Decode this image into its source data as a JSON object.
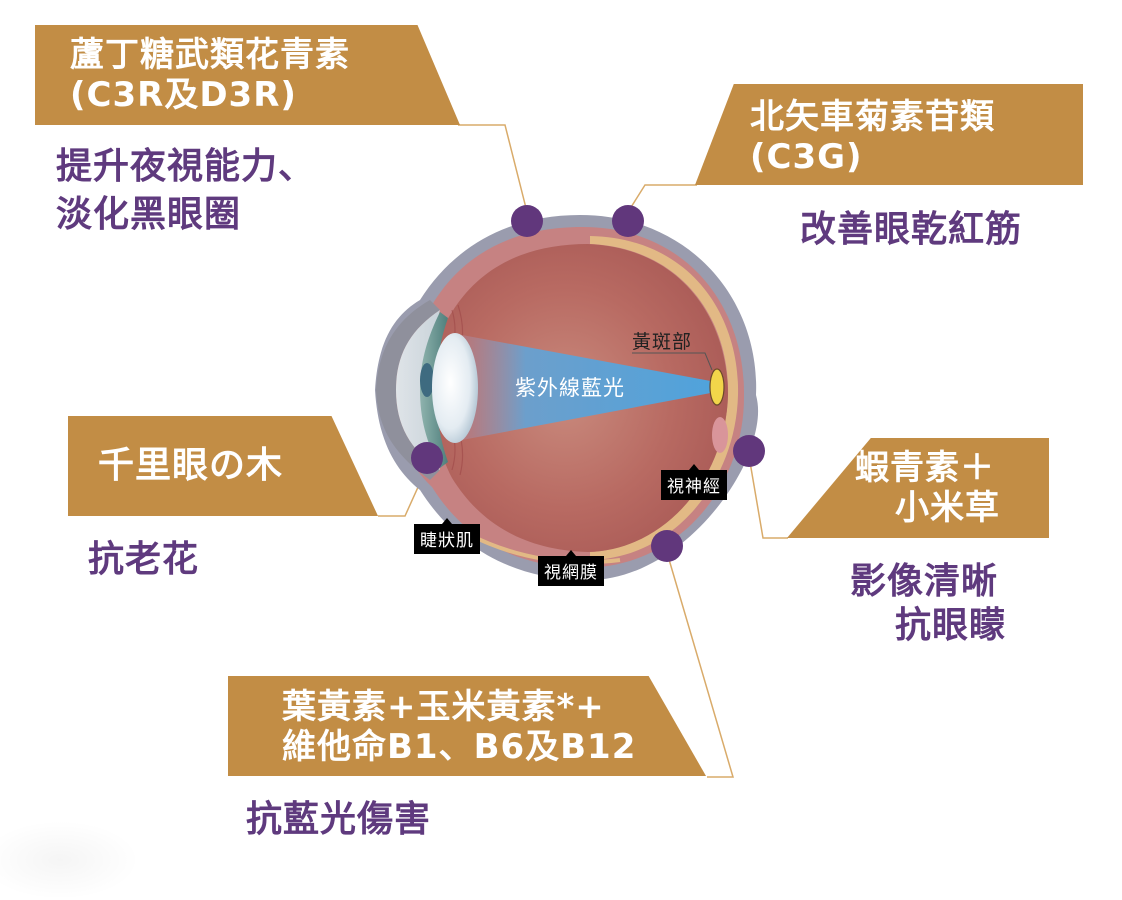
{
  "colors": {
    "banner_gold": "#c28d45",
    "banner_text": "#ffffff",
    "benefit_purple": "#5f3a7e",
    "marker_purple": "#61377c",
    "connector_line": "#d9ab6a",
    "sclera_gray": "#9a9cae",
    "eyeball_red": "#b5655f",
    "retina_tan": "#e2b985",
    "beam_blue": "#5aa7d8",
    "macula_yellow": "#f2d64a",
    "label_bg": "#000000"
  },
  "callouts": {
    "c3r_d3r": {
      "ingredient_line1": "蘆丁糖武類花青素",
      "ingredient_line2": "(C3R及D3R)",
      "benefit_line1": "提升夜視能力、",
      "benefit_line2": "淡化黑眼圈"
    },
    "c3g": {
      "ingredient_line1": "北矢車菊素苷類",
      "ingredient_line2": "(C3G)",
      "benefit_line1": "改善眼乾紅筋"
    },
    "senrigan": {
      "ingredient_line1": "千里眼の木",
      "benefit_line1": "抗老花"
    },
    "astaxanthin": {
      "ingredient_line1": "蝦青素＋",
      "ingredient_line2": "小米草",
      "benefit_line1": "影像清晰",
      "benefit_line2": "抗眼矇"
    },
    "lutein": {
      "ingredient_line1": "葉黃素+玉米黃素*+",
      "ingredient_line2": "維他命B1、B6及B12",
      "benefit_line1": "抗藍光傷害"
    }
  },
  "eye": {
    "beam_label": "紫外線藍光",
    "macula_label": "黃斑部",
    "optic_nerve_label": "視神經",
    "ciliary_muscle_label": "睫狀肌",
    "retina_label": "視網膜"
  }
}
